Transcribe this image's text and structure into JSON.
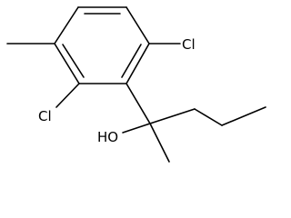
{
  "molecule": {
    "labels": {
      "cl_top": "Cl",
      "cl_bottom": "Cl",
      "hydroxyl": "HO"
    },
    "bond_color": "#000000",
    "background": "#ffffff"
  }
}
